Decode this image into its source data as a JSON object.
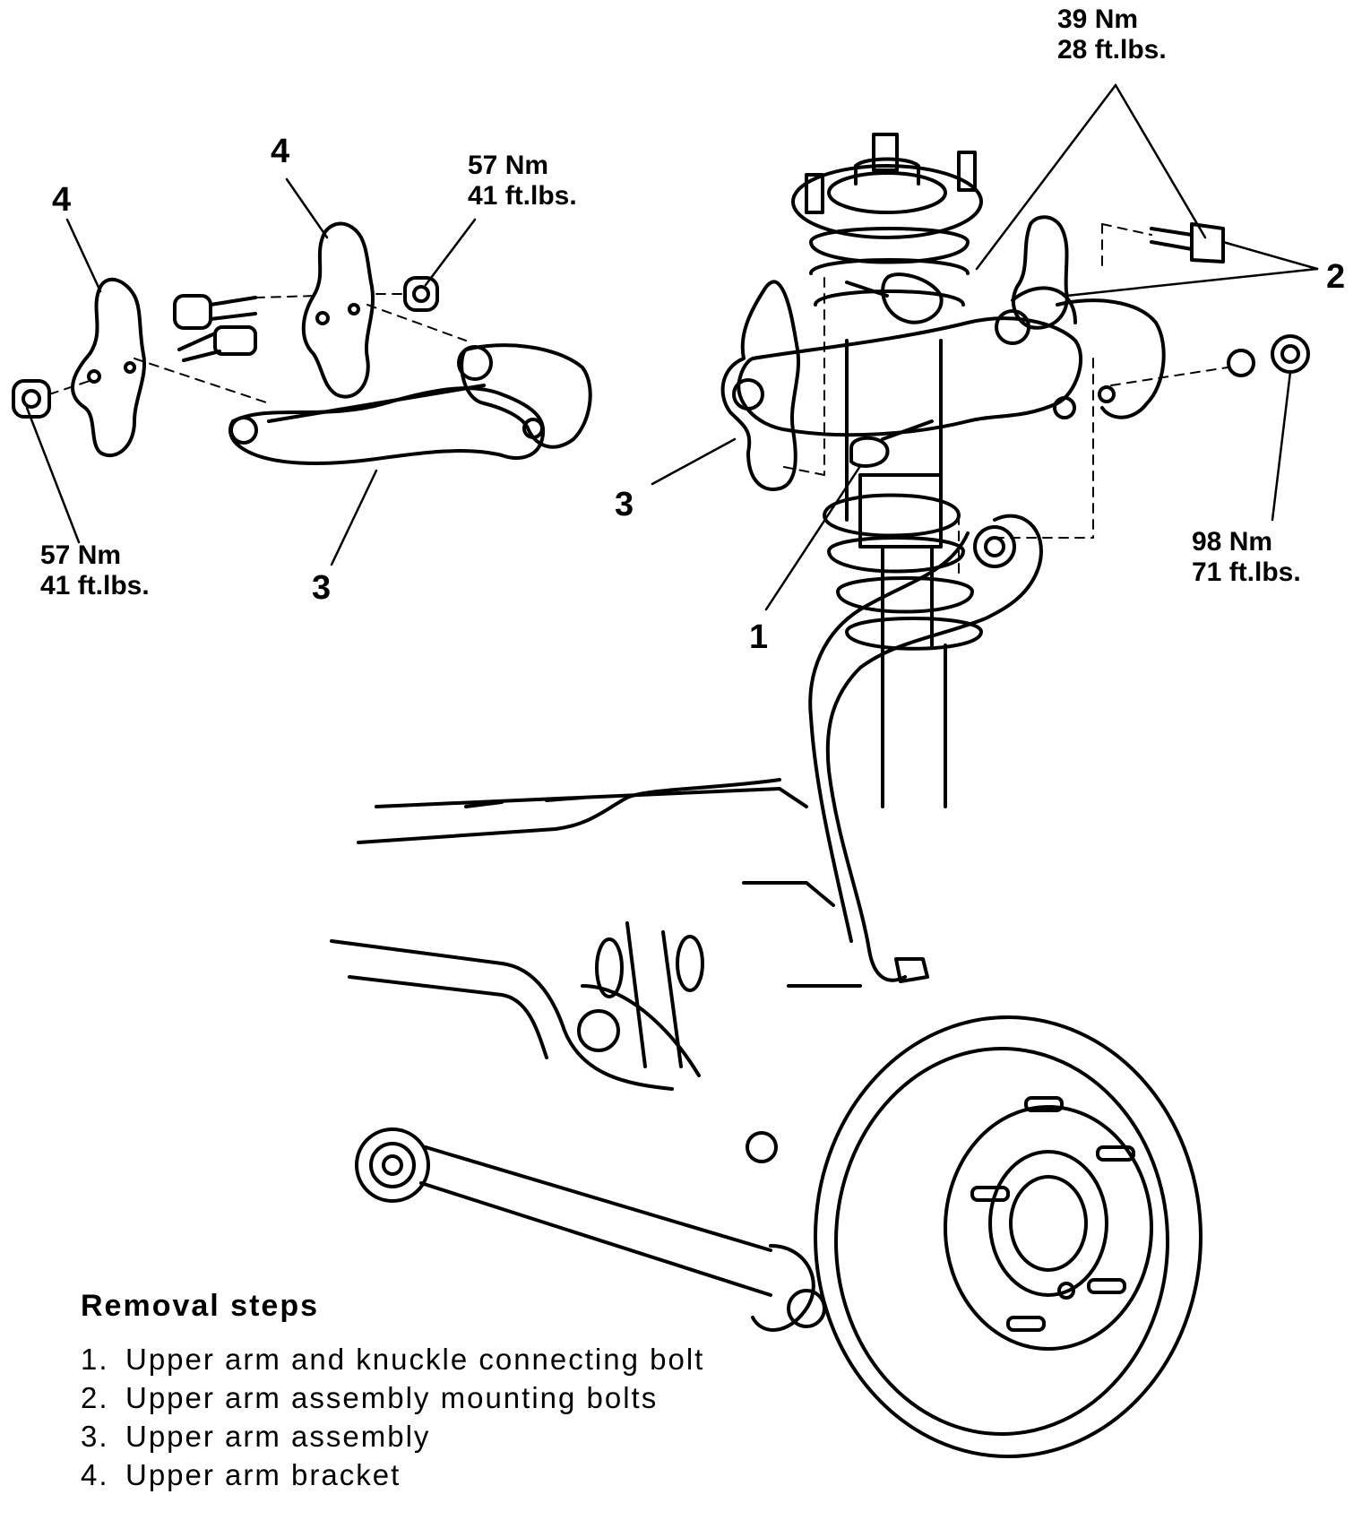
{
  "torque_specs": {
    "left_top": [
      "57 Nm",
      "41 ft.lbs."
    ],
    "left_bottom": [
      "57 Nm",
      "41 ft.lbs."
    ],
    "right_top": [
      "39 Nm",
      "28 ft.lbs."
    ],
    "right_side": [
      "98 Nm",
      "71 ft.lbs."
    ]
  },
  "callouts": {
    "bracket_left": "4",
    "bracket_right": "4",
    "arm_left": "3",
    "arm_right": "3",
    "knuckle_bolt": "1",
    "mount_bolts": "2"
  },
  "steps": {
    "title": "Removal steps",
    "items": [
      {
        "n": "1.",
        "text": "Upper arm and knuckle connecting bolt"
      },
      {
        "n": "2.",
        "text": "Upper arm assembly mounting bolts"
      },
      {
        "n": "3.",
        "text": "Upper arm assembly"
      },
      {
        "n": "4.",
        "text": "Upper arm bracket"
      }
    ]
  }
}
